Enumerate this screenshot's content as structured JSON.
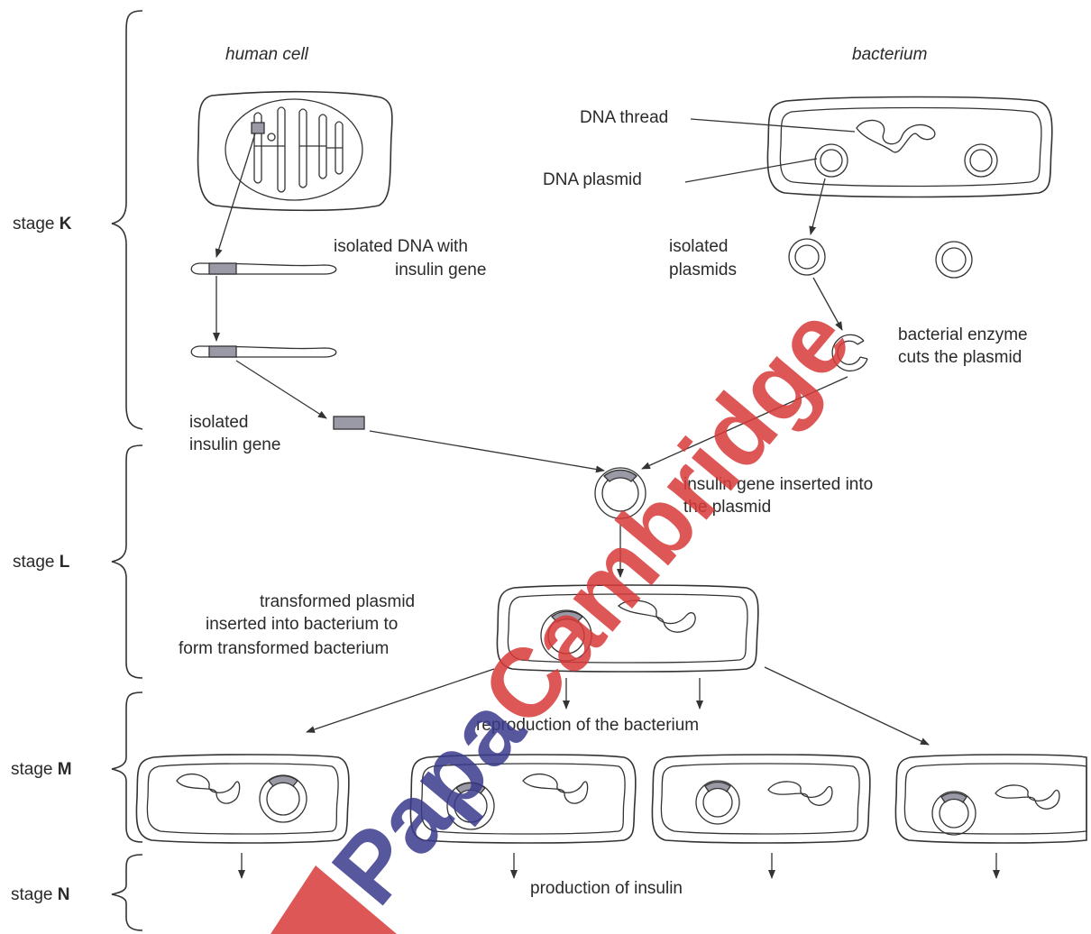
{
  "columns": {
    "human_cell": "human cell",
    "bacterium": "bacterium"
  },
  "stages": [
    {
      "prefix": "stage ",
      "letter": "K"
    },
    {
      "prefix": "stage ",
      "letter": "L"
    },
    {
      "prefix": "stage ",
      "letter": "M"
    },
    {
      "prefix": "stage ",
      "letter": "N"
    }
  ],
  "labels": {
    "dna_thread": "DNA thread",
    "dna_plasmid": "DNA plasmid",
    "isolated_dna_1": "isolated DNA with",
    "isolated_dna_2": "insulin gene",
    "isolated_plasmids_1": "isolated",
    "isolated_plasmids_2": "plasmids",
    "enzyme_1": "bacterial enzyme",
    "enzyme_2": "cuts the plasmid",
    "isolated_gene_1": "isolated",
    "isolated_gene_2": "insulin gene",
    "inserted_1": "insulin gene inserted into",
    "inserted_2": "the plasmid",
    "transformed_1": "transformed plasmid",
    "transformed_2": "inserted into bacterium to",
    "transformed_3": "form transformed bacterium",
    "reproduction": "reproduction of the bacterium",
    "production": "production of insulin"
  },
  "watermark": {
    "text": "PapaCambridge",
    "colors": {
      "papa": "#3a3a8c",
      "cambridge": "#d93a3a"
    }
  },
  "colors": {
    "ink": "#333333",
    "gene": "#9a9aa6"
  }
}
